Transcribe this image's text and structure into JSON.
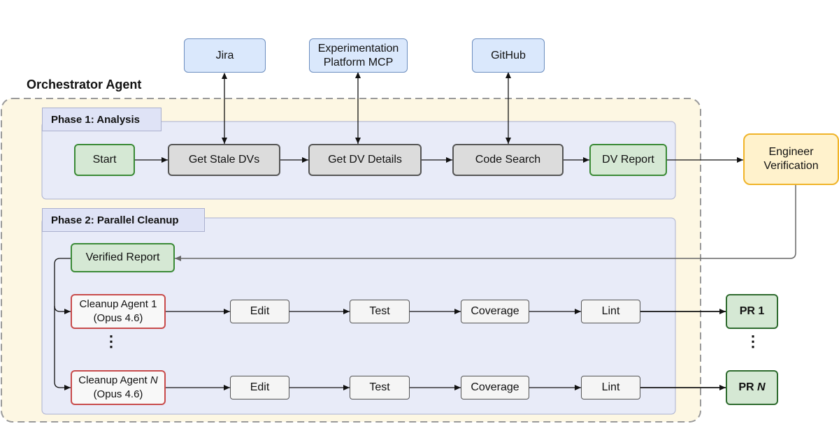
{
  "diagram": {
    "orchestrator_title": "Orchestrator Agent",
    "tools": {
      "jira": "Jira",
      "experimentation": "Experimentation\nPlatform MCP",
      "github": "GitHub"
    },
    "phase1": {
      "label": "Phase 1: Analysis",
      "start": "Start",
      "get_stale": "Get Stale DVs",
      "get_details": "Get DV Details",
      "code_search": "Code Search",
      "report": "DV Report"
    },
    "engineer": "Engineer\nVerification",
    "phase2": {
      "label": "Phase 2: Parallel Cleanup",
      "verified_report": "Verified Report",
      "agent1": "Cleanup Agent 1\n(Opus 4.6)",
      "agentN_prefix": "Cleanup Agent ",
      "agentN_suffix": "\n(Opus 4.6)",
      "n_symbol": "N",
      "steps": [
        "Edit",
        "Test",
        "Coverage",
        "Lint"
      ],
      "pr1": "PR 1",
      "prN_prefix": "PR ",
      "ellipsis": "⋮"
    },
    "colors": {
      "orchestrator_fill": "#fdf7e3",
      "phase_fill": "#e8ebf8",
      "tool_fill": "#dae8fc",
      "start_fill": "#d5e8d4",
      "step_fill": "#dcdcdc",
      "engineer_fill": "#fff2cc"
    }
  }
}
